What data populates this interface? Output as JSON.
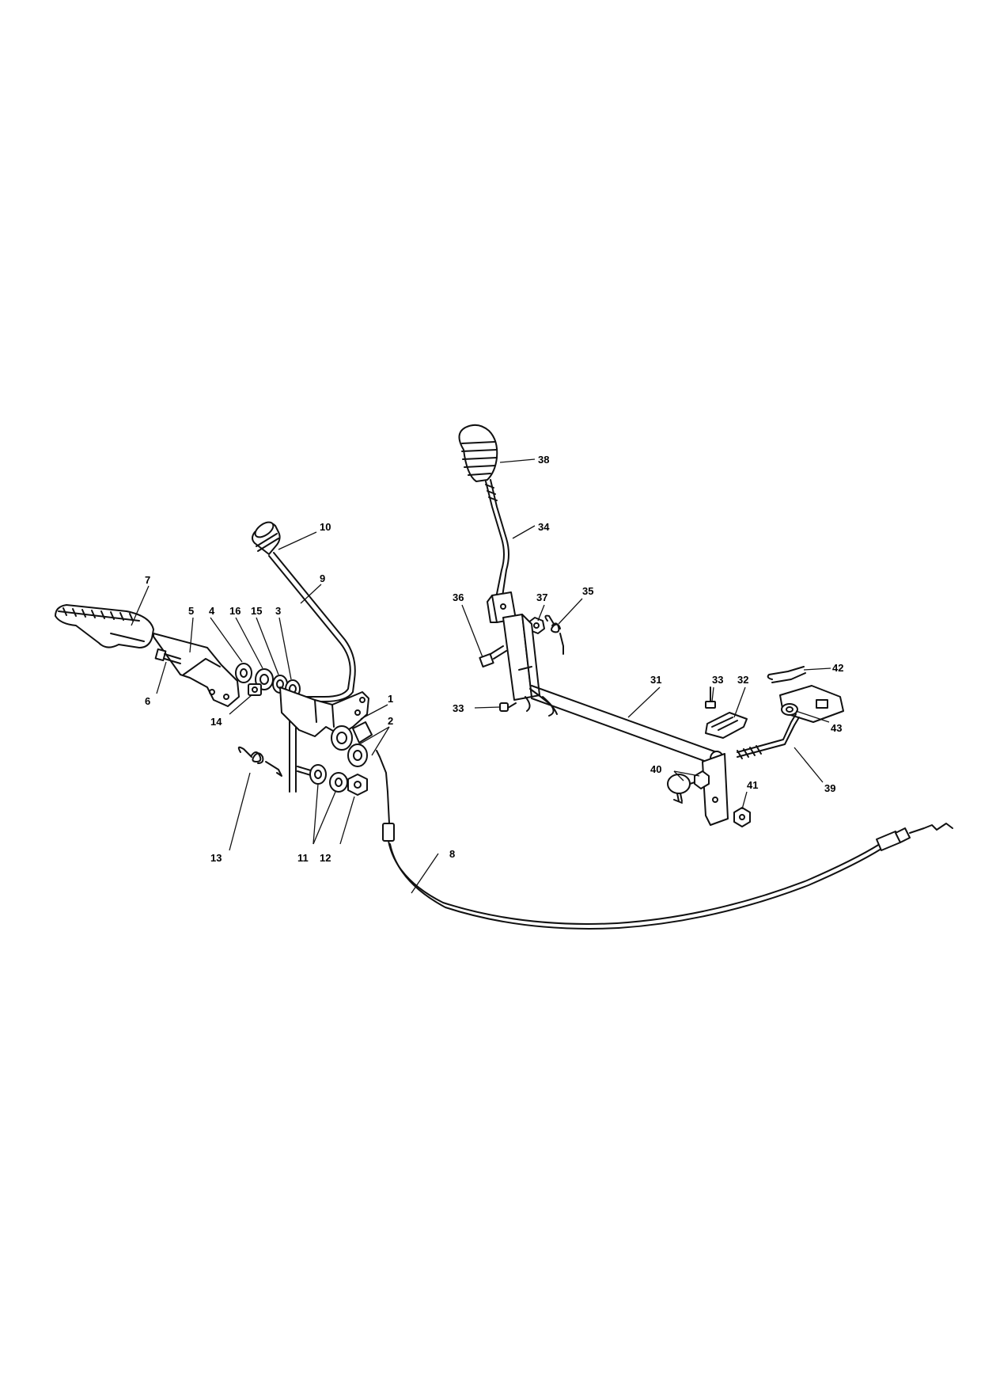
{
  "callouts": {
    "c1": "1",
    "c2": "2",
    "c3": "3",
    "c4": "4",
    "c5": "5",
    "c6": "6",
    "c7": "7",
    "c8": "8",
    "c9": "9",
    "c10": "10",
    "c11": "11",
    "c12": "12",
    "c13": "13",
    "c14": "14",
    "c15": "15",
    "c16": "16",
    "c31": "31",
    "c32": "32",
    "c33a": "33",
    "c33b": "33",
    "c34": "34",
    "c35": "35",
    "c36": "36",
    "c37": "37",
    "c38": "38",
    "c39": "39",
    "c40": "40",
    "c41": "41",
    "c42": "42",
    "c43": "43"
  }
}
